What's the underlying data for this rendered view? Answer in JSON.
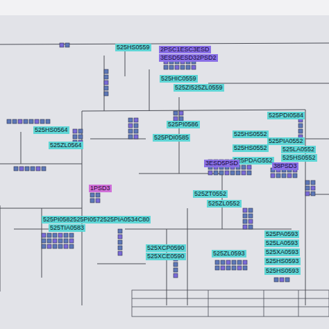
{
  "diagram": {
    "nodes": [
      {
        "text": [
          "525HS0559"
        ]
      },
      {
        "text": [
          "2PSC1ESC3ESD"
        ]
      },
      {
        "text": [
          "3ESD5ESD32PSD2"
        ]
      },
      {
        "text": [
          "525HIC0559"
        ]
      },
      {
        "text": [
          "525ZI525ZL0559"
        ]
      },
      {
        "text": [
          "525HS0564"
        ]
      },
      {
        "text": [
          "525ZL0564"
        ]
      },
      {
        "text": [
          "525PI0586"
        ]
      },
      {
        "text": [
          "525PDI0585"
        ]
      },
      {
        "text": [
          "525PDI0584"
        ]
      },
      {
        "text": [
          "525HS0552"
        ]
      },
      {
        "text": [
          "525PIA0552"
        ]
      },
      {
        "text": [
          "525HS0552"
        ]
      },
      {
        "text": [
          "525LA0552"
        ]
      },
      {
        "text": [
          "525HS0552"
        ]
      },
      {
        "text": [
          "525PDAG552"
        ]
      },
      {
        "text": [
          "3ESD5PSD"
        ]
      },
      {
        "text": [
          "38PSD3"
        ]
      },
      {
        "text": [
          "1PSD3"
        ]
      },
      {
        "text": [
          "525ZT0552"
        ]
      },
      {
        "text": [
          "525ZL0552"
        ]
      },
      {
        "text": [
          "525PI0582525PI0572525PIA0534C80"
        ]
      },
      {
        "text": [
          "525TIA0583"
        ]
      },
      {
        "text": [
          "525XCP0590"
        ]
      },
      {
        "text": [
          "525XCE0590"
        ]
      },
      {
        "text": [
          "525ZL0593"
        ]
      },
      {
        "text": [
          "525PA0593"
        ]
      },
      {
        "text": [
          "525LA0593"
        ]
      },
      {
        "text": [
          "525XA0593"
        ]
      },
      {
        "text": [
          "525HS0593"
        ]
      },
      {
        "text": [
          "525HS0593"
        ]
      }
    ]
  }
}
